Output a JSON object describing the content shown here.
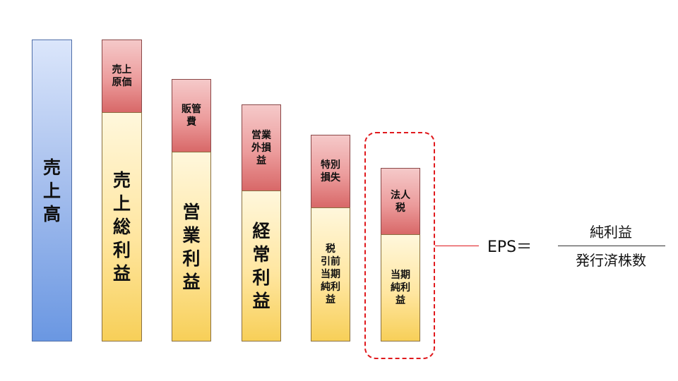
{
  "columns": [
    {
      "id": "sales",
      "segments": [
        {
          "color": "blue",
          "label": "売\n上\n高"
        }
      ]
    },
    {
      "id": "gross-profit",
      "segments": [
        {
          "color": "red",
          "label": "売上\n原価"
        },
        {
          "color": "yellow",
          "label": "売\n上\n総\n利\n益"
        }
      ]
    },
    {
      "id": "operating-income",
      "segments": [
        {
          "color": "red",
          "label": "販管\n費"
        },
        {
          "color": "yellow",
          "label": "営\n業\n利\n益"
        }
      ]
    },
    {
      "id": "ordinary-income",
      "segments": [
        {
          "color": "red",
          "label": "営業\n外損\n益"
        },
        {
          "color": "yellow",
          "label": "経\n常\n利\n益"
        }
      ]
    },
    {
      "id": "pretax-income",
      "segments": [
        {
          "color": "red",
          "label": "特別\n損失"
        },
        {
          "color": "yellow",
          "label": "税\n引前\n当期\n純利\n益"
        }
      ]
    },
    {
      "id": "net-income",
      "segments": [
        {
          "color": "red",
          "label": "法人\n税"
        },
        {
          "color": "yellow",
          "label": "当期\n純利\n益"
        }
      ]
    }
  ],
  "formula": {
    "lhs": "EPS＝",
    "numerator": "純利益",
    "denominator": "発行済株数"
  }
}
